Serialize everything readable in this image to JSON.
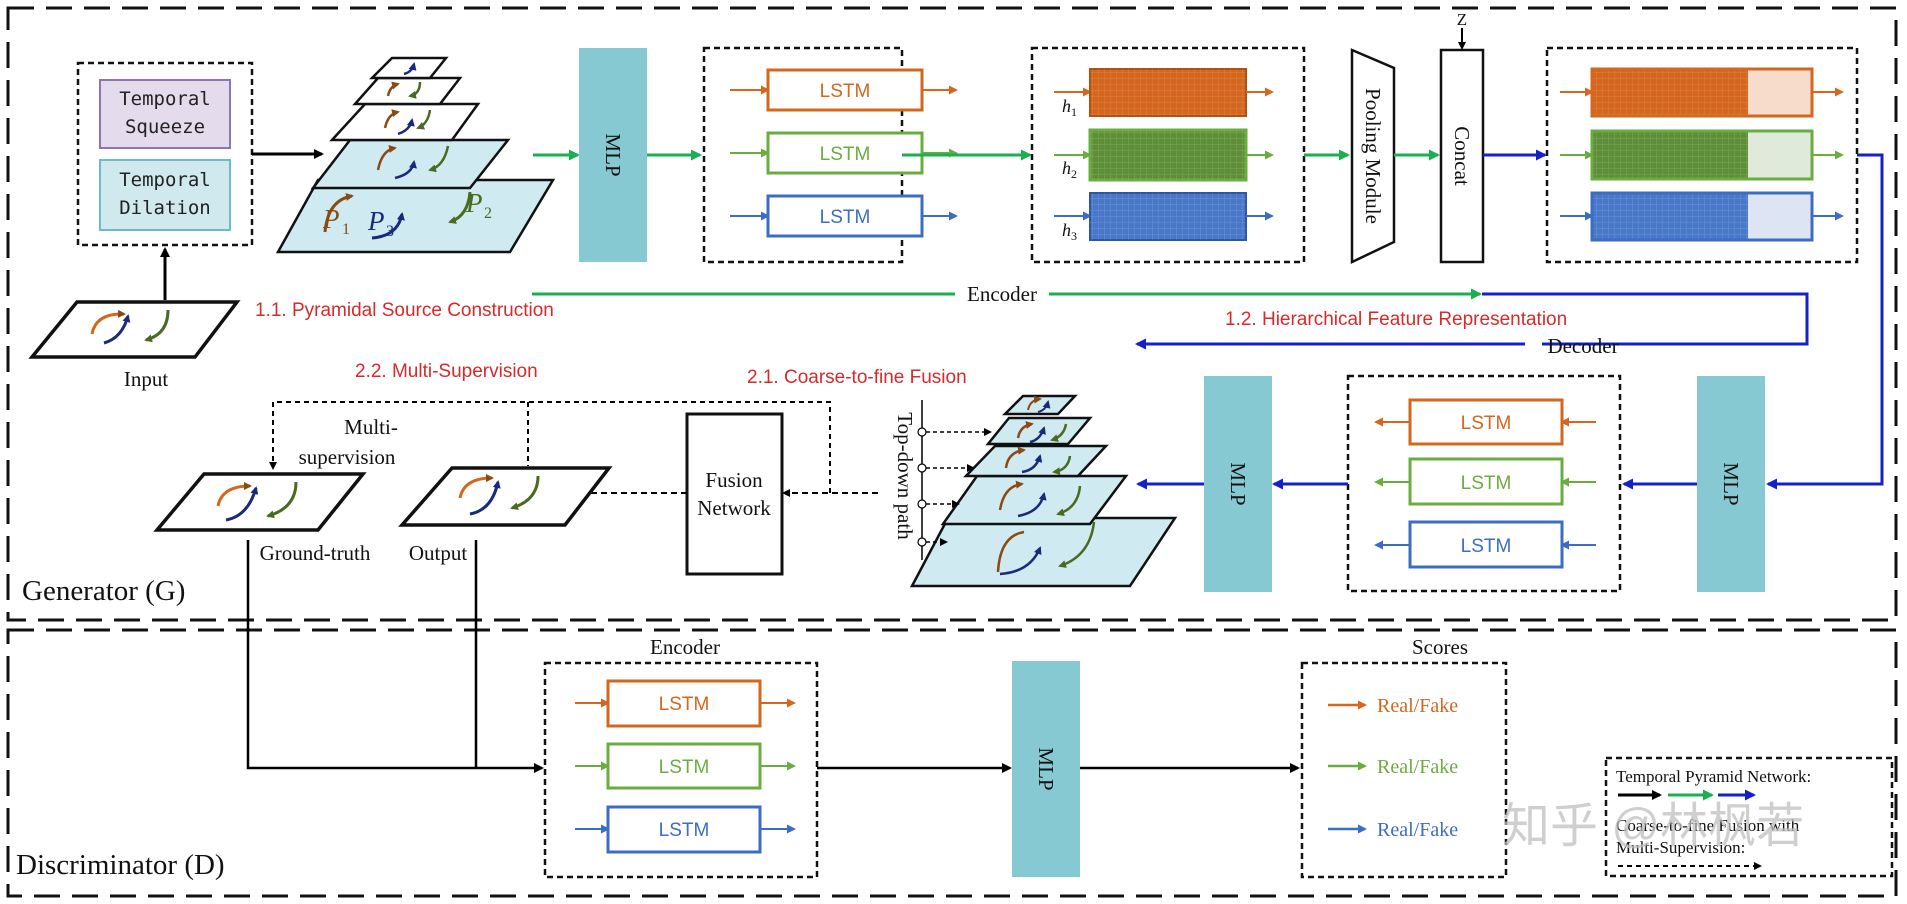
{
  "colors": {
    "orange": "#d4661e",
    "green": "#6aad3f",
    "blue": "#3b6dc4",
    "fillOrange": "#d4661e",
    "fillGreen": "#5e8f38",
    "fillBlue": "#4a78c8",
    "mlp": "#86c9d3",
    "arrowGreen": "#1ab050",
    "arrowBlue": "#1420c8",
    "red": "#d72a2a",
    "squeeze": "#e4dcec",
    "dilation": "#cfe9ef",
    "plane": "#cfeaf0"
  },
  "generator": {
    "label": "Generator (G)",
    "temporal_squeeze": [
      "Temporal",
      "Squeeze"
    ],
    "temporal_dilation": [
      "Temporal",
      "Dilation"
    ],
    "input_label": "Input",
    "pyramid_labels": {
      "p1": "P",
      "p1_sub": "1",
      "p2": "P",
      "p2_sub": "2",
      "p3": "P",
      "p3_sub": "3"
    },
    "mlp_label": "MLP",
    "lstm_label": "LSTM",
    "hidden_labels": [
      {
        "h": "h",
        "sub": "1"
      },
      {
        "h": "h",
        "sub": "2"
      },
      {
        "h": "h",
        "sub": "3"
      }
    ],
    "pooling_label": "Pooling Module",
    "concat_label": "Concat",
    "z_label": "Z",
    "encoder_label": "Encoder",
    "decoder_label": "Decoder",
    "sec_1_1": "1.1. Pyramidal Source Construction",
    "sec_1_2": "1.2. Hierarchical Feature Representation",
    "sec_2_1": "2.1. Coarse-to-fine Fusion",
    "sec_2_2": "2.2. Multi-Supervision",
    "multi_supervision": [
      "Multi-",
      "supervision"
    ],
    "ground_truth": "Ground-truth",
    "output": "Output",
    "fusion_network": [
      "Fusion",
      "Network"
    ],
    "top_down_path": "Top-down path"
  },
  "discriminator": {
    "label": "Discriminator (D)",
    "encoder_label": "Encoder",
    "scores_label": "Scores",
    "lstm_label": "LSTM",
    "mlp_label": "MLP",
    "scores": [
      "Real/Fake",
      "Real/Fake",
      "Real/Fake"
    ]
  },
  "legend": {
    "tpn": "Temporal Pyramid Network:",
    "fusion": "Coarse-to-fine Fusion with",
    "fusion2": "Multi-Supervision:"
  },
  "watermark": "知乎 @林枫若"
}
